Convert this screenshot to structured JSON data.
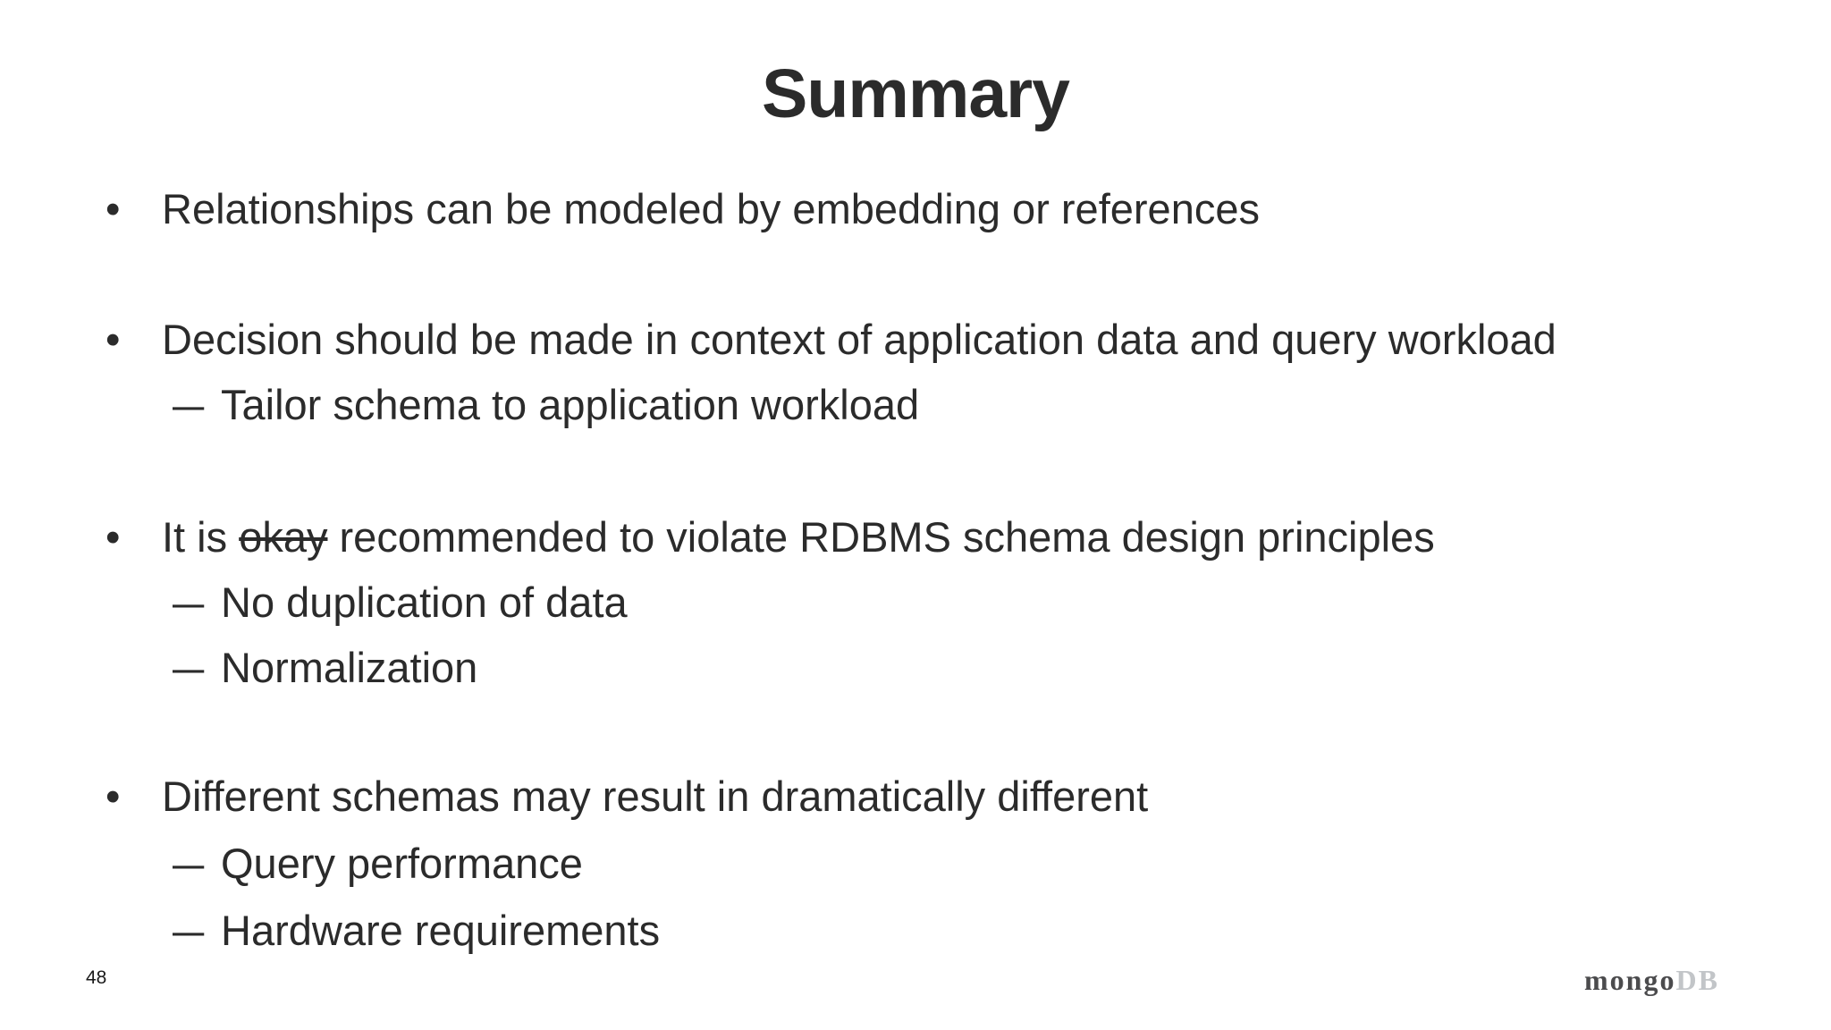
{
  "slide": {
    "title": "Summary",
    "page_number": "48",
    "markers": {
      "bullet": "•",
      "dash": "–"
    },
    "lines": [
      {
        "level": 1,
        "text": "Relationships can be modeled by embedding or references"
      },
      {
        "level": 1,
        "text": "Decision should be made in context of application data and query workload"
      },
      {
        "level": 2,
        "text": "Tailor schema to application workload"
      },
      {
        "level": 1,
        "before": "It is ",
        "struck": "okay",
        "after": " recommended to violate RDBMS schema design principles"
      },
      {
        "level": 2,
        "text": "No duplication of data"
      },
      {
        "level": 2,
        "text": "Normalization"
      },
      {
        "level": 1,
        "text": "Different schemas may result in dramatically different"
      },
      {
        "level": 2,
        "text": "Query performance"
      },
      {
        "level": 2,
        "text": "Hardware requirements"
      }
    ],
    "logo": {
      "primary": "mongo",
      "secondary": "DB"
    },
    "colors": {
      "background": "#ffffff",
      "text": "#2b2b2b",
      "logo_primary": "#4b4b4d",
      "logo_secondary": "#c2c5c8"
    }
  }
}
